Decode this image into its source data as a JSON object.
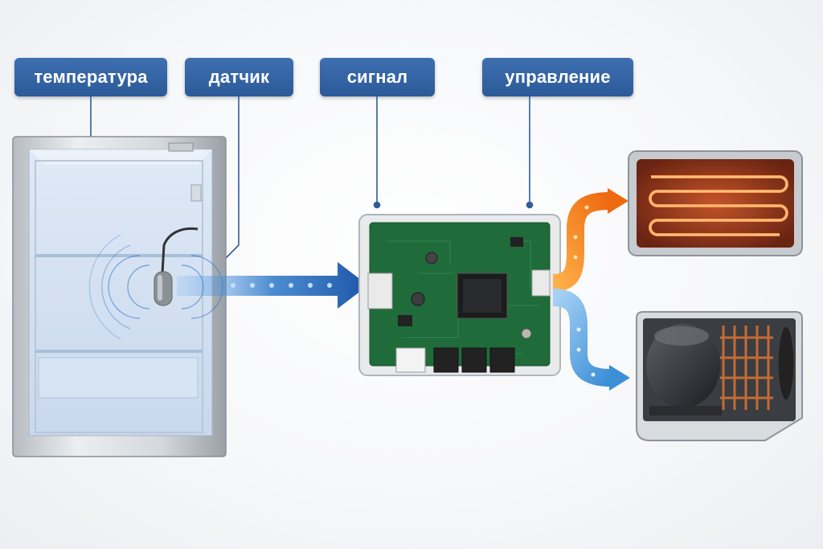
{
  "labels": {
    "temperature": "температура",
    "sensor": "датчик",
    "signal": "сигнал",
    "control": "управление"
  },
  "colors": {
    "label_bg": "#2f5d9c",
    "signal_arrow": "#1f5fb0",
    "heat_arrow": "#f08020",
    "cool_arrow": "#3a8fd6",
    "pcb": "#1f6b3a"
  },
  "components": [
    "refrigerator",
    "temperature-sensor-probe",
    "controller-board",
    "heater",
    "compressor"
  ]
}
